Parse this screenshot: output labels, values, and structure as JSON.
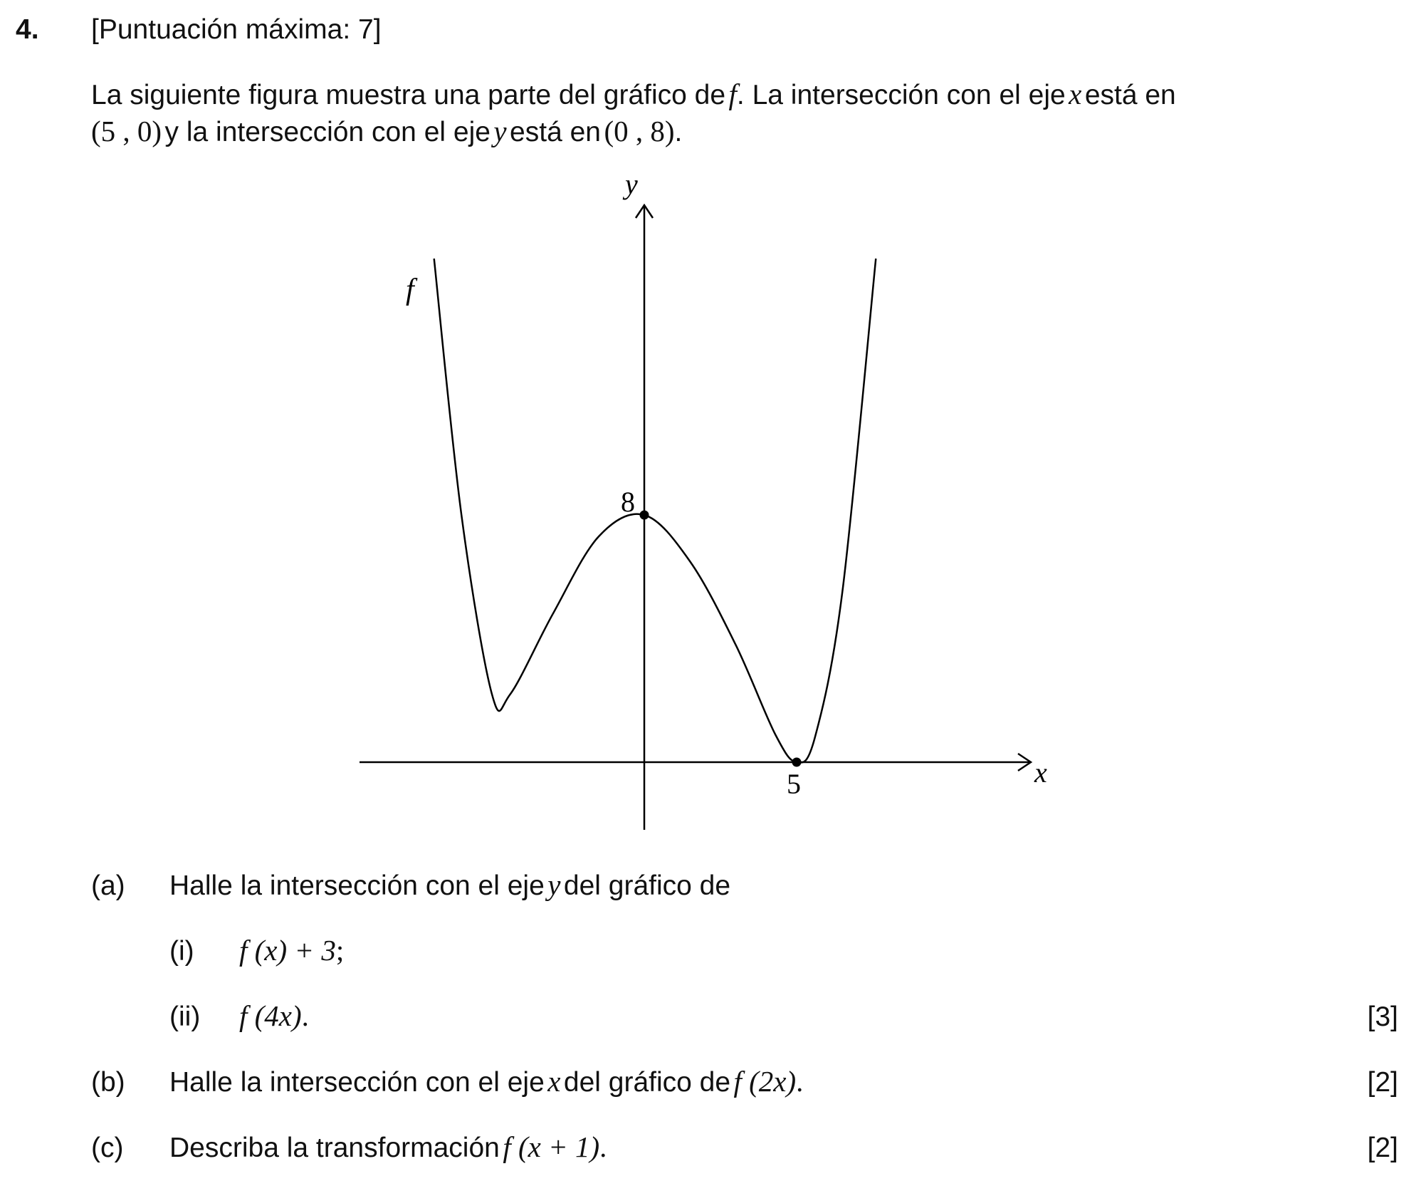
{
  "question": {
    "number": "4.",
    "max_marks": "[Puntuación máxima: 7]",
    "intro": {
      "t1": "La siguiente figura muestra una parte del gráfico de",
      "f": "f",
      "t2": ". La intersección con el eje",
      "x": "x",
      "t3": "está en",
      "p50": "(5 , 0)",
      "t4": "y la intersección con el eje",
      "y": "y",
      "t5": "está en",
      "p08": "(0 , 8)",
      "t6": "."
    }
  },
  "graph": {
    "y_axis_label": "y",
    "x_axis_label": "x",
    "curve_label": "f",
    "y_intercept_label": "8",
    "x_intercept_label": "5"
  },
  "chart_data": {
    "type": "line",
    "title": "",
    "xlabel": "x",
    "ylabel": "y",
    "x_ticks": [
      5
    ],
    "y_ticks": [
      8
    ],
    "series": [
      {
        "name": "f",
        "points": [
          [
            -6.9,
            16.3
          ],
          [
            -6.0,
            8.0
          ],
          [
            -5.0,
            2.2
          ],
          [
            -4.4,
            2.2
          ],
          [
            -3.0,
            4.8
          ],
          [
            -1.5,
            7.3
          ],
          [
            0,
            8
          ],
          [
            1.5,
            6.5
          ],
          [
            3.0,
            3.8
          ],
          [
            4.3,
            0.9
          ],
          [
            5,
            0
          ],
          [
            5.6,
            0.8
          ],
          [
            6.5,
            5.5
          ],
          [
            7.6,
            16.3
          ]
        ]
      }
    ],
    "marked_points": [
      [
        0,
        8
      ],
      [
        5,
        0
      ]
    ],
    "grid": false,
    "legend": "none"
  },
  "parts": {
    "a": {
      "label": "(a)",
      "text1": "Halle la intersección con el eje",
      "y": "y",
      "text2": "del gráfico de",
      "i": {
        "label": "(i)",
        "expr": "f (x) + 3",
        "end": ";"
      },
      "ii": {
        "label": "(ii)",
        "expr": "f (4x)",
        "end": ".",
        "marks": "[3]"
      }
    },
    "b": {
      "label": "(b)",
      "text1": "Halle la intersección con el eje",
      "x": "x",
      "text2": "del gráfico de",
      "expr": "f (2x)",
      "end": ".",
      "marks": "[2]"
    },
    "c": {
      "label": "(c)",
      "text1": "Describa la transformación",
      "expr": "f (x + 1)",
      "end": ".",
      "marks": "[2]"
    }
  }
}
